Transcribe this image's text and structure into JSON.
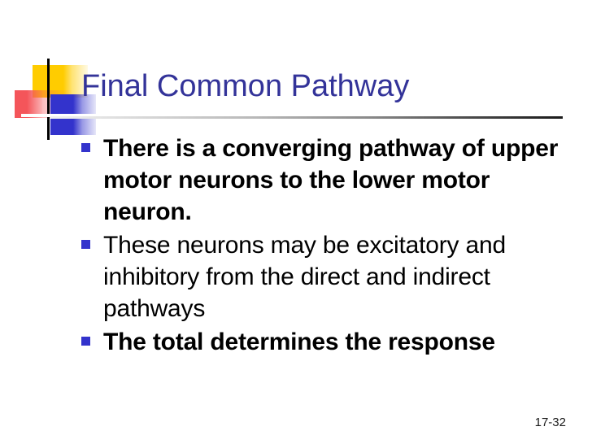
{
  "slide": {
    "title": "Final Common Pathway",
    "title_color": "#333399",
    "background_color": "#ffffff",
    "page_number": "17-32",
    "bullet_color": "#3333cc"
  },
  "logo": {
    "yellow": "#ffcc00",
    "red": "#f4555a",
    "blue": "#3333cc",
    "line": "#000000"
  },
  "bullets": [
    {
      "text": "There is a converging pathway of upper motor neurons to the lower motor neuron.",
      "weight": "bold"
    },
    {
      "text": "These neurons may be excitatory and inhibitory from the direct and indirect pathways",
      "weight": "normal"
    },
    {
      "text": "The total determines the response",
      "weight": "bold"
    }
  ]
}
